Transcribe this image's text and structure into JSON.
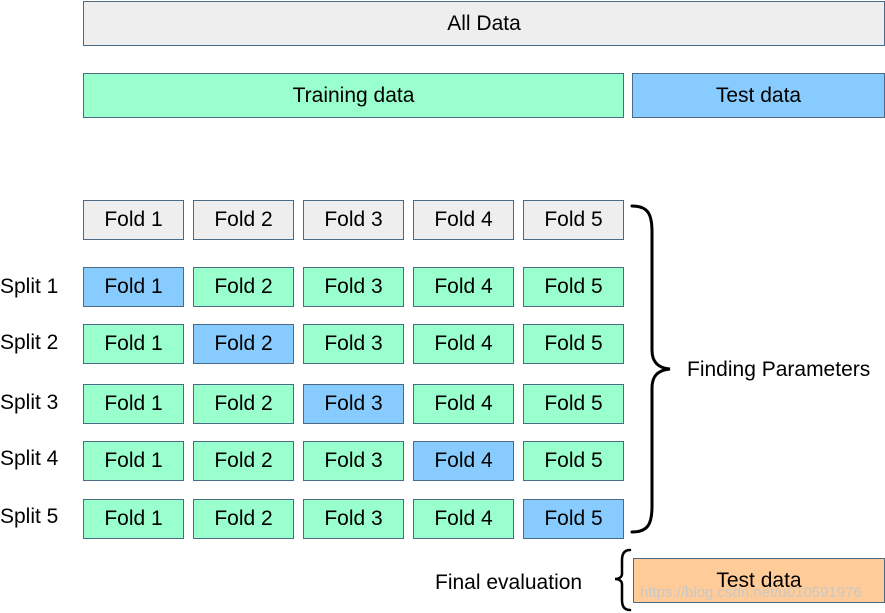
{
  "all_data": "All Data",
  "training_data": "Training data",
  "test_data": "Test data",
  "folds_header": [
    "Fold 1",
    "Fold 2",
    "Fold 3",
    "Fold 4",
    "Fold 5"
  ],
  "splits": [
    {
      "label": "Split 1",
      "folds": [
        "Fold 1",
        "Fold 2",
        "Fold 3",
        "Fold 4",
        "Fold 5"
      ],
      "test_fold": 1
    },
    {
      "label": "Split 2",
      "folds": [
        "Fold 1",
        "Fold 2",
        "Fold 3",
        "Fold 4",
        "Fold 5"
      ],
      "test_fold": 2
    },
    {
      "label": "Split 3",
      "folds": [
        "Fold 1",
        "Fold 2",
        "Fold 3",
        "Fold 4",
        "Fold 5"
      ],
      "test_fold": 3
    },
    {
      "label": "Split 4",
      "folds": [
        "Fold 1",
        "Fold 2",
        "Fold 3",
        "Fold 4",
        "Fold 5"
      ],
      "test_fold": 4
    },
    {
      "label": "Split 5",
      "folds": [
        "Fold 1",
        "Fold 2",
        "Fold 3",
        "Fold 4",
        "Fold 5"
      ],
      "test_fold": 5
    }
  ],
  "finding_parameters": "Finding Parameters",
  "final_evaluation": "Final evaluation",
  "final_test_data": "Test data",
  "watermark": "https://blog.csdn.net/u010591976",
  "colors": {
    "all_data": "#eeeeee",
    "training": "#99ffcc",
    "test": "#88ccff",
    "final_test": "#ffcc99",
    "border": "#4a6a86"
  }
}
